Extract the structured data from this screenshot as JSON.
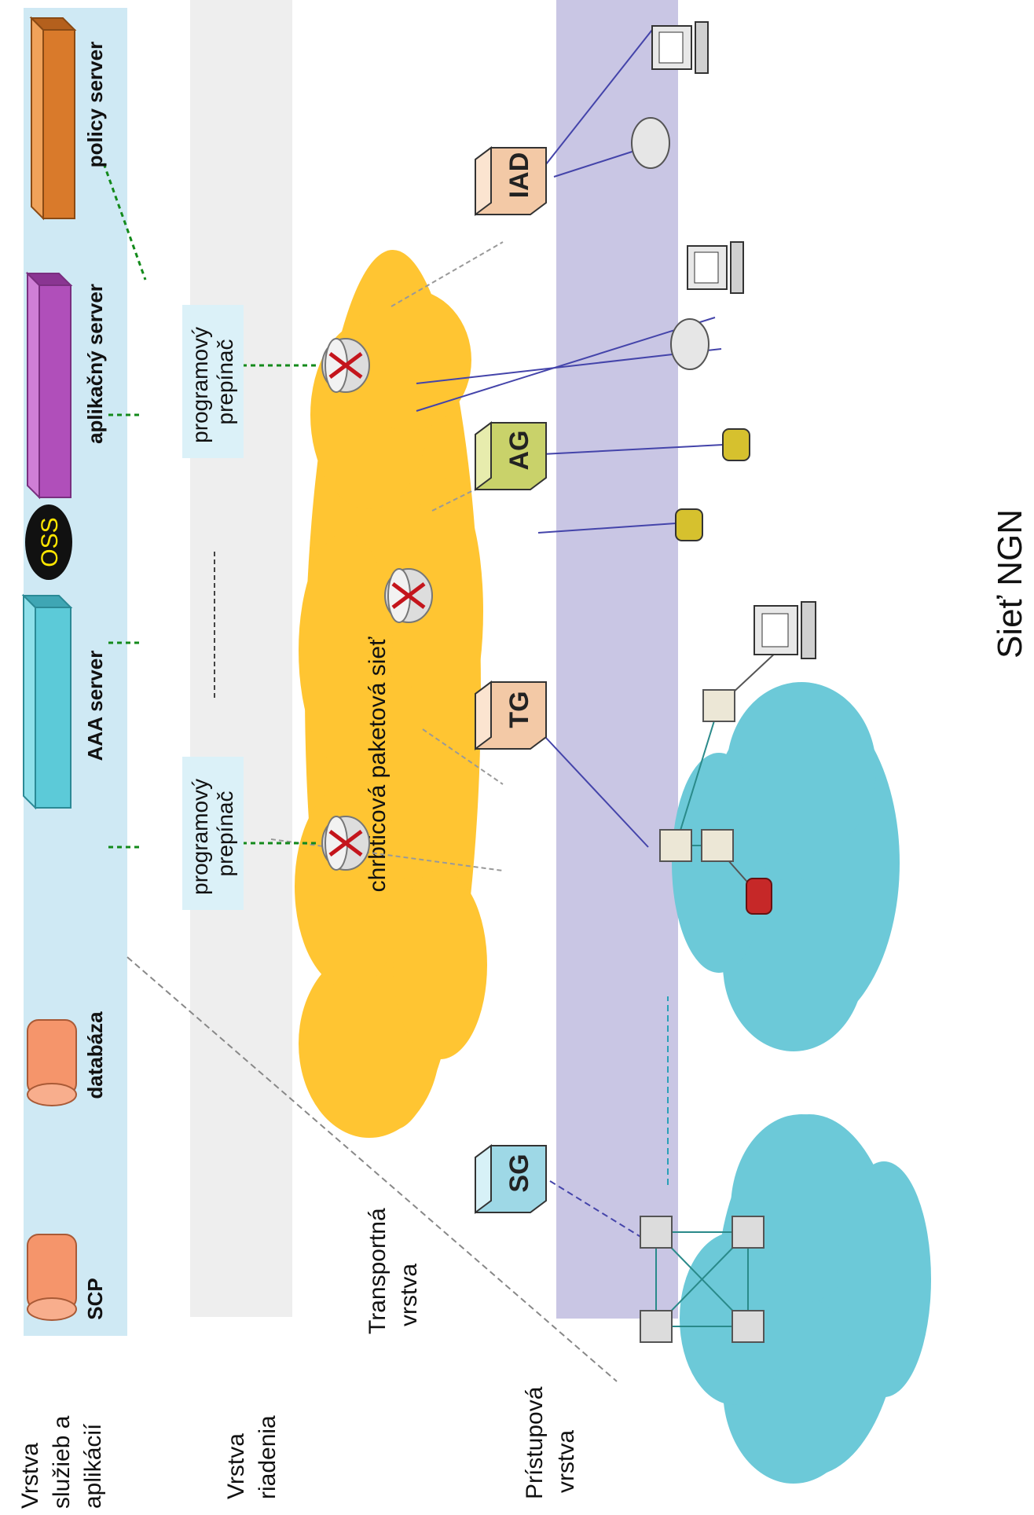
{
  "layers": {
    "services_label": [
      "Vrstva",
      "služieb a",
      "aplikácií"
    ],
    "control_label": [
      "Vrstva",
      "riadenia"
    ],
    "transport_label": [
      "Transportná",
      "vrstva"
    ],
    "access_label": [
      "Prístupová",
      "vrstva"
    ]
  },
  "servers": {
    "scp": "SCP",
    "database": "databáza",
    "aaa": "AAA server",
    "oss": "OSS",
    "application": "aplikačný server",
    "policy": "policy server"
  },
  "softswitch": [
    "programový",
    "prepínač"
  ],
  "backbone_label": "chrbticová paketová sieť",
  "gateways": {
    "sg": "SG",
    "tg": "TG",
    "ag": "AG",
    "iad": "IAD"
  },
  "caption": "Sieť NGN",
  "colors": {
    "services_band": "#cfe9f4",
    "control_band": "#eeeeee",
    "access_band": "#c9c6e4",
    "backbone_cloud": "#ffc532",
    "pstn_cloud": "#6cc9d8",
    "dashed_green": "#138a1b"
  }
}
